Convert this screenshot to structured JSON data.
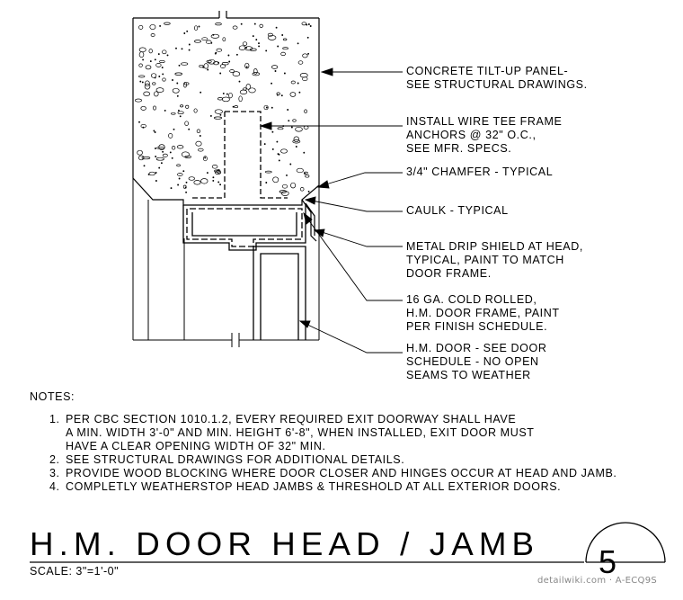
{
  "callouts": [
    "CONCRETE TILT-UP PANEL-\nSEE STRUCTURAL DRAWINGS.",
    "INSTALL WIRE TEE FRAME\nANCHORS @ 32\" O.C.,\nSEE MFR. SPECS.",
    "3/4\" CHAMFER - TYPICAL",
    "CAULK - TYPICAL",
    "METAL DRIP SHIELD AT HEAD,\nTYPICAL, PAINT TO MATCH\nDOOR FRAME.",
    "16 GA. COLD ROLLED,\nH.M. DOOR FRAME, PAINT\nPER FINISH SCHEDULE.",
    "H.M. DOOR - SEE DOOR\nSCHEDULE - NO OPEN\nSEAMS TO WEATHER"
  ],
  "notes": {
    "heading": "NOTES:",
    "items": [
      {
        "num": "1.",
        "text": "PER CBC SECTION 1010.1.2, EVERY REQUIRED EXIT DOORWAY SHALL HAVE\nA MIN. WIDTH 3'-0\" AND MIN. HEIGHT 6'-8\", WHEN INSTALLED, EXIT DOOR MUST\nHAVE A CLEAR OPENING WIDTH OF 32\" MIN."
      },
      {
        "num": "2.",
        "text": "SEE STRUCTURAL DRAWINGS FOR ADDITIONAL DETAILS."
      },
      {
        "num": "3.",
        "text": "PROVIDE WOOD BLOCKING WHERE DOOR CLOSER AND HINGES OCCUR AT HEAD AND JAMB."
      },
      {
        "num": "4.",
        "text": "COMPLETLY WEATHERSTOP HEAD JAMBS & THRESHOLD AT ALL EXTERIOR DOORS."
      }
    ]
  },
  "title": "H.M. DOOR HEAD / JAMB",
  "scale": "SCALE: 3\"=1'-0\"",
  "detail_number": "5",
  "watermark": "detailwiki.com · A-ECQ9S"
}
